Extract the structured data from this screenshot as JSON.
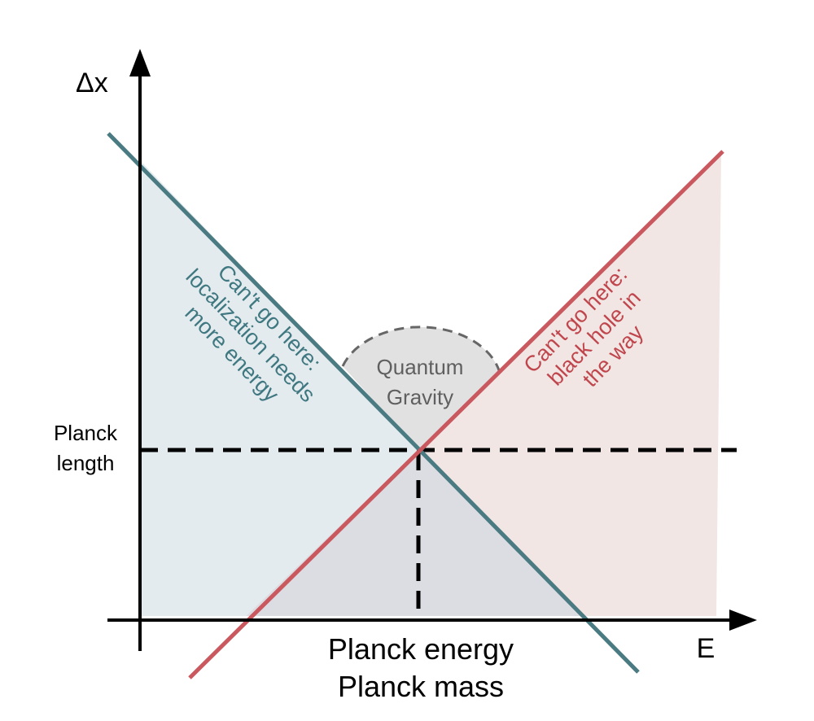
{
  "axes": {
    "y_label": "Δx",
    "x_label": "E"
  },
  "planck": {
    "length_label_line1": "Planck",
    "length_label_line2": "length",
    "energy_label": "Planck energy",
    "mass_label": "Planck mass"
  },
  "regions": {
    "localization_line1": "Can't go here:",
    "localization_line2": "localization needs",
    "localization_line3": "more energy",
    "black_hole_line1": "Can't go here:",
    "black_hole_line2": "black hole in",
    "black_hole_line3": "the way",
    "quantum_gravity_line1": "Quantum",
    "quantum_gravity_line2": "Gravity"
  },
  "colors": {
    "teal_line": "#4b7b82",
    "red_line": "#c9585f",
    "teal_text": "#3f7880",
    "red_text": "#c0464d",
    "teal_fill": "#e4ebef",
    "red_fill": "#f1e6e4",
    "overlap_fill": "#dcdde2",
    "dome_fill": "#e1e1e2",
    "quantum_text": "#5f5f5f",
    "axis": "#000000"
  }
}
